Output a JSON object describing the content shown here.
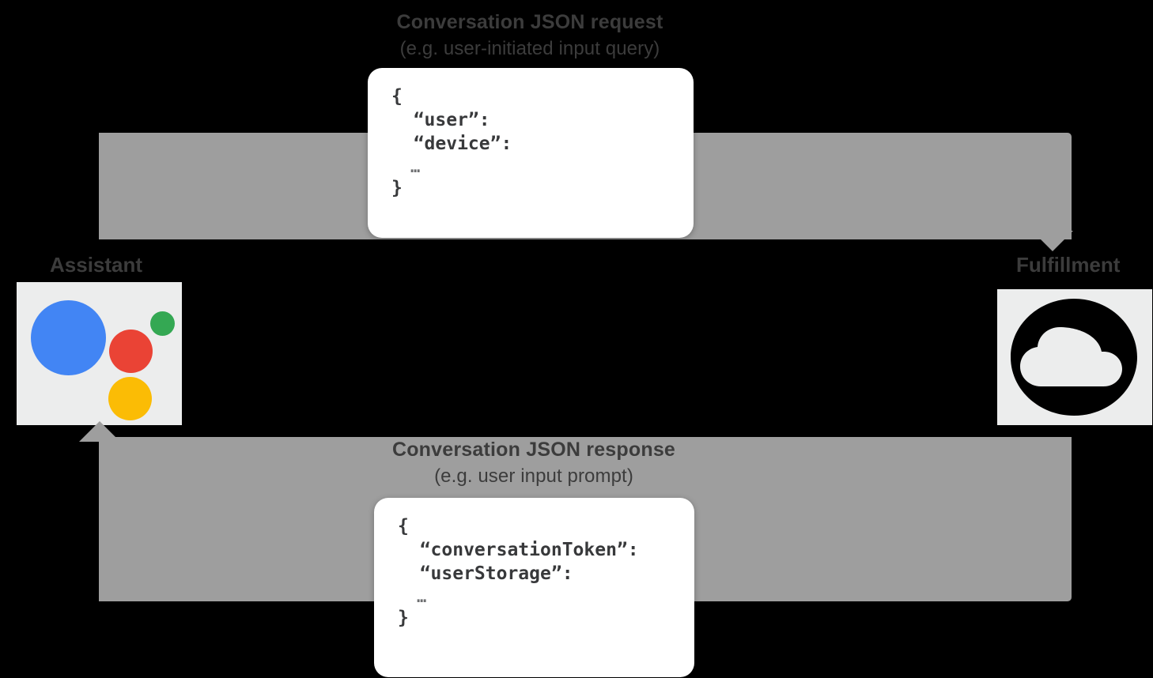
{
  "diagram": {
    "type": "flow",
    "background_color": "#000000",
    "arrow_color": "#9e9e9e",
    "text_color": "#3c3c3c",
    "tile_color": "#eceded"
  },
  "request_flow": {
    "title": "Conversation JSON request",
    "subtitle": "(e.g. user-initiated input query)",
    "direction": "assistant-to-fulfillment",
    "json": {
      "open_brace": "{",
      "keys": [
        "“user”:",
        "“device”:"
      ],
      "ellipsis": "…",
      "close_brace": "}"
    }
  },
  "response_flow": {
    "title": "Conversation JSON response",
    "subtitle": "(e.g. user input prompt)",
    "direction": "fulfillment-to-assistant",
    "json": {
      "open_brace": "{",
      "keys": [
        "“conversationToken”:",
        "“userStorage”:"
      ],
      "ellipsis": "…",
      "close_brace": "}"
    }
  },
  "endpoints": {
    "left": {
      "label": "Assistant",
      "icon": "google-assistant-icon",
      "colors": {
        "blue": "#4285f4",
        "green": "#34a853",
        "red": "#ea4335",
        "yellow": "#fbbc05"
      }
    },
    "right": {
      "label": "Fulfillment",
      "icon": "cloud-icon",
      "colors": {
        "mark": "#000000",
        "tile": "#eceded"
      }
    }
  }
}
